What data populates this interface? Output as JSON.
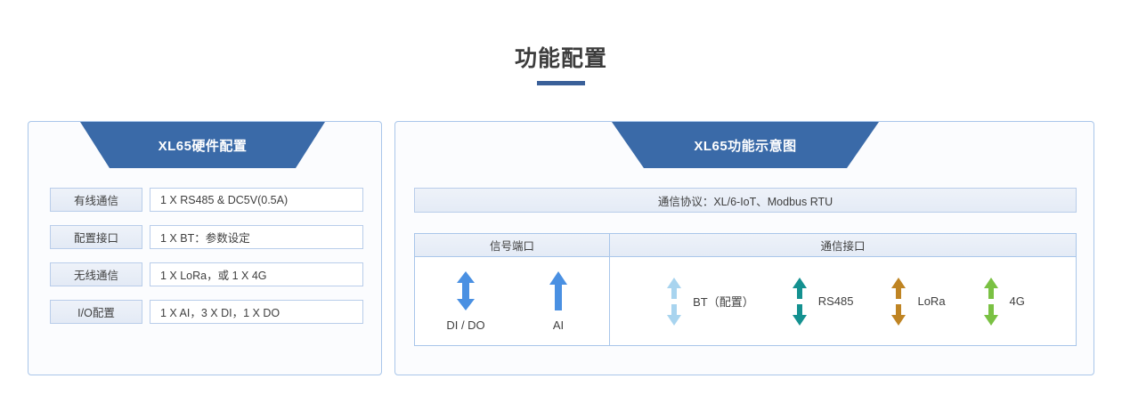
{
  "page": {
    "title": "功能配置",
    "accent_color": "#3a6099",
    "banner_color": "#3a6aa8",
    "panel_border_color": "#a9c6ea"
  },
  "left_panel": {
    "banner_title": "XL65硬件配置",
    "rows": [
      {
        "label": "有线通信",
        "value": "1 X RS485 & DC5V(0.5A)"
      },
      {
        "label": "配置接口",
        "value": "1 X BT：参数设定"
      },
      {
        "label": "无线通信",
        "value": "1 X LoRa，或 1 X 4G"
      },
      {
        "label": "I/O配置",
        "value": "1 X AI，3 X DI，1 X DO"
      }
    ]
  },
  "right_panel": {
    "banner_title": "XL65功能示意图",
    "protocol_bar": "通信协议：XL/6-IoT、Modbus RTU",
    "table": {
      "headers": [
        "信号端口",
        "通信接口"
      ],
      "signal_ports": [
        {
          "label": "DI / DO",
          "icon": "double-arrow-icon",
          "direction": "bidirectional",
          "color": "#4a90e2"
        },
        {
          "label": "AI",
          "icon": "up-arrow-icon",
          "direction": "up",
          "color": "#4a90e2"
        }
      ],
      "comm_ports": [
        {
          "label": "BT（配置）",
          "icon": "double-arrow-icon",
          "direction": "bidirectional",
          "color": "#a8d4ef"
        },
        {
          "label": "RS485",
          "icon": "double-arrow-icon",
          "direction": "bidirectional",
          "color": "#149190"
        },
        {
          "label": "LoRa",
          "icon": "double-arrow-icon",
          "direction": "bidirectional",
          "color": "#bf8423"
        },
        {
          "label": "4G",
          "icon": "double-arrow-icon",
          "direction": "bidirectional",
          "color": "#7ac143"
        }
      ]
    }
  }
}
